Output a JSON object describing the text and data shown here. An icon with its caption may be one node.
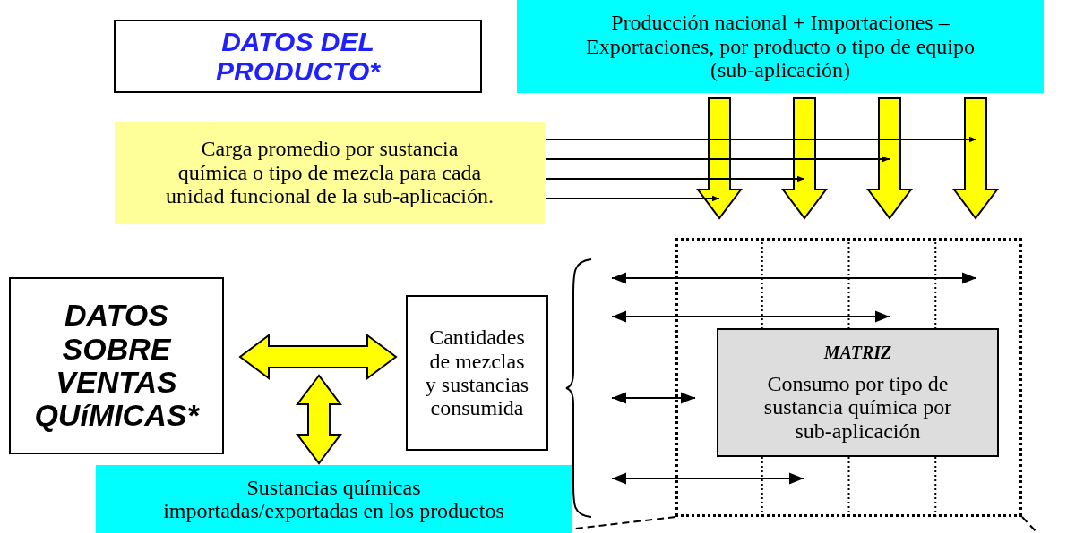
{
  "diagram": {
    "nodes": [
      {
        "text": [
          "DATOS DEL PRODUCTO*"
        ]
      },
      {
        "text": [
          "Producción nacional + Importaciones – Exportaciones, por producto o tipo de equipo (sub-aplicación)"
        ]
      },
      {
        "text": [
          "Carga promedio por sustancia química o tipo de mezcla para cada unidad funcional de la sub-aplicación."
        ]
      },
      {
        "text": [
          "DATOS SOBRE VENTAS QUíMICAS*"
        ]
      },
      {
        "text": [
          "Cantidades de mezclas y sustancias consumida"
        ]
      },
      {
        "text": [],
        "shape": "box"
      },
      {
        "text": [
          "MATRIZ",
          "Consumo por tipo de sustancia química por sub-aplicación"
        ],
        "in": 5
      },
      {
        "text": [
          "Sustancias químicas importadas/exportadas en los productos"
        ]
      },
      {
        "text": [],
        "shape": "brace"
      }
    ],
    "edges": [
      {
        "from": 2,
        "to": null,
        "arrow": "to"
      },
      {
        "from": 2,
        "to": null,
        "arrow": "to"
      },
      {
        "from": 2,
        "to": null,
        "arrow": "to"
      },
      {
        "from": 2,
        "to": null,
        "arrow": "to"
      },
      {
        "from": 1,
        "to": 5,
        "arrow": "to",
        "style": "thick",
        "color": "#ffff00"
      },
      {
        "from": 1,
        "to": 5,
        "arrow": "to",
        "style": "thick",
        "color": "#ffff00"
      },
      {
        "from": 1,
        "to": 5,
        "arrow": "to",
        "style": "thick",
        "color": "#ffff00"
      },
      {
        "from": 1,
        "to": 5,
        "arrow": "to",
        "style": "thick",
        "color": "#ffff00"
      },
      {
        "from": 3,
        "to": 4,
        "arrow": "both",
        "style": "thick",
        "color": "#ffff00"
      },
      {
        "from": null,
        "to": 7,
        "arrow": "both",
        "style": "thick",
        "color": "#ffff00"
      },
      {
        "from": 8,
        "to": null,
        "arrow": "both"
      },
      {
        "from": 8,
        "to": 6,
        "arrow": "both"
      },
      {
        "from": 8,
        "to": 6,
        "arrow": "both"
      },
      {
        "from": 8,
        "to": 6,
        "arrow": "both"
      }
    ]
  }
}
